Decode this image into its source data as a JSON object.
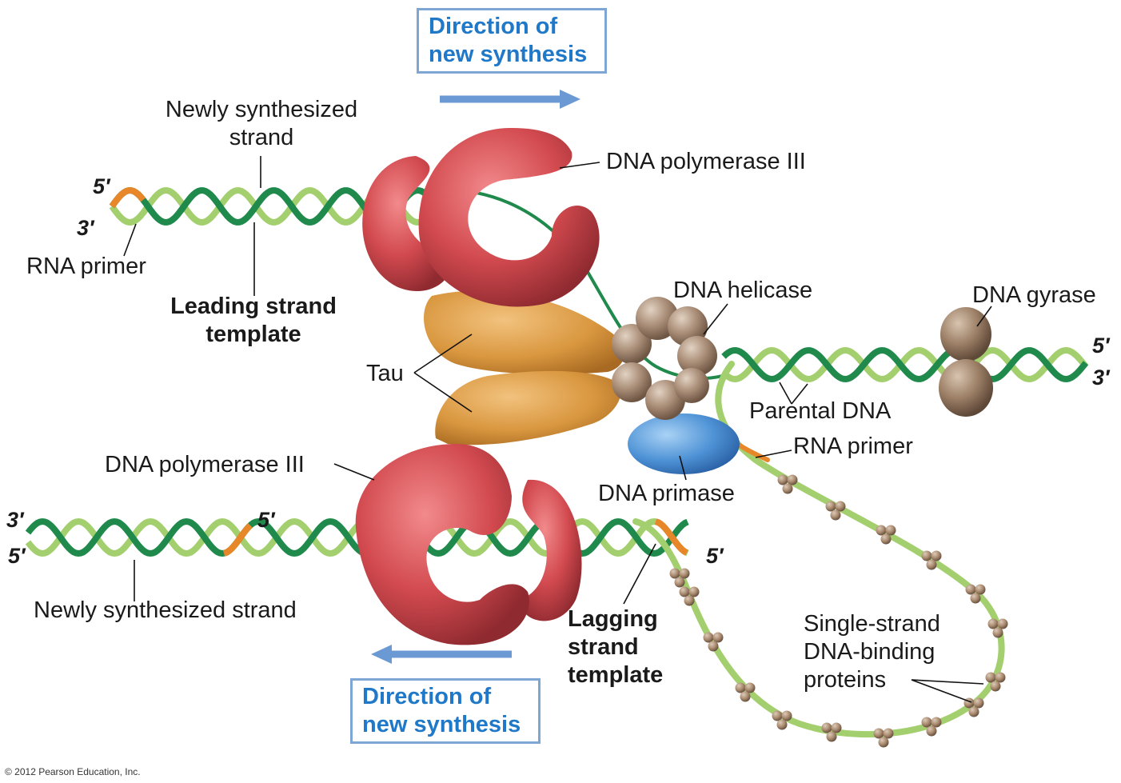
{
  "labels": {
    "direction_top_1": "Direction of",
    "direction_top_2": "new synthesis",
    "direction_bottom_1": "Direction of",
    "direction_bottom_2": "new synthesis",
    "newly_top_1": "Newly synthesized",
    "newly_top_2": "strand",
    "pol3_top": "DNA polymerase III",
    "rna_primer_left": "RNA primer",
    "leading_1": "Leading strand",
    "leading_2": "template",
    "helicase": "DNA helicase",
    "gyrase": "DNA gyrase",
    "tau": "Tau",
    "parental": "Parental DNA",
    "rna_primer_right": "RNA primer",
    "pol3_bottom": "DNA polymerase III",
    "primase": "DNA primase",
    "newly_bottom": "Newly synthesized strand",
    "lagging_1": "Lagging",
    "lagging_2": "strand",
    "lagging_3": "template",
    "ssb_1": "Single-strand",
    "ssb_2": "DNA-binding",
    "ssb_3": "proteins",
    "copyright": "© 2012 Pearson Education, Inc."
  },
  "ends": {
    "top_left_5": "5′",
    "top_left_3": "3′",
    "right_5": "5′",
    "right_3": "3′",
    "bottom_left_3": "3′",
    "bottom_left_5": "5′",
    "bottom_mid_5": "5′",
    "lagging_5": "5′"
  },
  "colors": {
    "dark_strand": "#1f8a4c",
    "light_strand": "#a3cf6e",
    "rna_primer": "#e8862a",
    "polymerase": "#d24a4f",
    "tau": "#d9973f",
    "helicase": "#a88c76",
    "gyrase": "#9c7f66",
    "primase": "#4f93d6",
    "ssb": "#a8896e",
    "direction_arrow": "#6b99d4",
    "direction_text": "#1f78c8"
  }
}
